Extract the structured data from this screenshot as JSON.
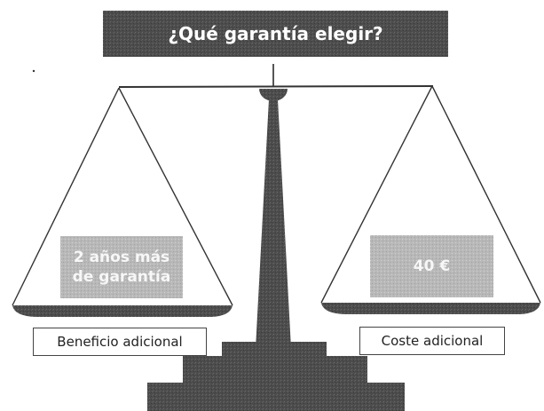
{
  "title": "¿Qué garantía elegir?",
  "left_pan": {
    "lines": [
      "2 años más",
      "de garantía"
    ]
  },
  "right_pan": {
    "value": "40 €"
  },
  "captions": {
    "left": "Beneficio adicional",
    "right": "Coste adicional"
  },
  "colors": {
    "banner": "#5a5a5a",
    "scale": "#4a4a4a",
    "pan_label_bg": "#b4b4b4",
    "pan_label_text": "#f7f7f7",
    "caption_border": "#444444"
  }
}
